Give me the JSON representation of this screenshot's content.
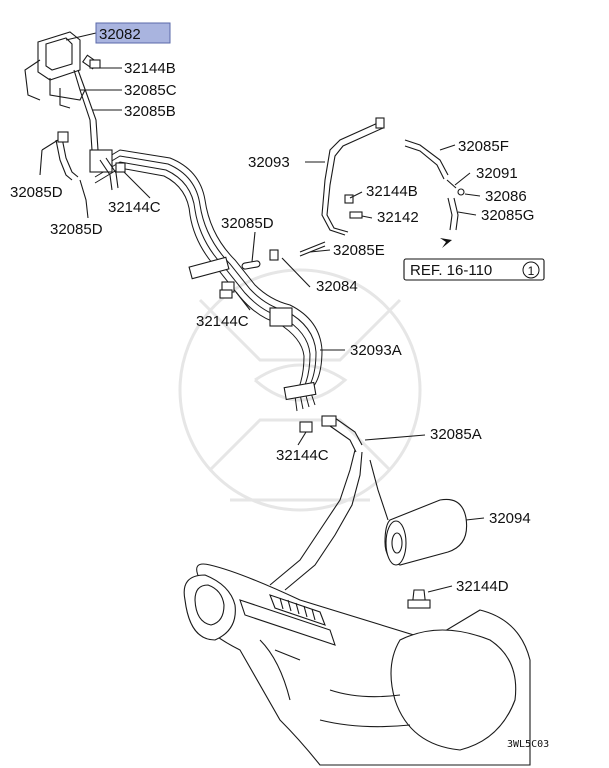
{
  "diagram": {
    "callouts": [
      {
        "id": "c1",
        "text": "32082",
        "highlight_color": "#a9b4df"
      },
      {
        "id": "c2",
        "text": "32144B"
      },
      {
        "id": "c3",
        "text": "32085C"
      },
      {
        "id": "c4",
        "text": "32085B"
      },
      {
        "id": "c5",
        "text": "32085D"
      },
      {
        "id": "c6",
        "text": "32144C"
      },
      {
        "id": "c7",
        "text": "32085D"
      },
      {
        "id": "c8",
        "text": "32093"
      },
      {
        "id": "c9",
        "text": "32144B"
      },
      {
        "id": "c10",
        "text": "32142"
      },
      {
        "id": "c11",
        "text": "32085D"
      },
      {
        "id": "c12",
        "text": "32085E"
      },
      {
        "id": "c13",
        "text": "32084"
      },
      {
        "id": "c14",
        "text": "32144C"
      },
      {
        "id": "c15",
        "text": "32093A"
      },
      {
        "id": "c16",
        "text": "32085F"
      },
      {
        "id": "c17",
        "text": "32091"
      },
      {
        "id": "c18",
        "text": "32086"
      },
      {
        "id": "c19",
        "text": "32085G"
      },
      {
        "id": "c20",
        "text": "32144C"
      },
      {
        "id": "c21",
        "text": "32085A"
      },
      {
        "id": "c22",
        "text": "32094"
      },
      {
        "id": "c23",
        "text": "32144D"
      }
    ],
    "reference": {
      "text": "REF. 16-110",
      "circled_number": "1"
    },
    "diagram_code": "3WL5C03"
  }
}
